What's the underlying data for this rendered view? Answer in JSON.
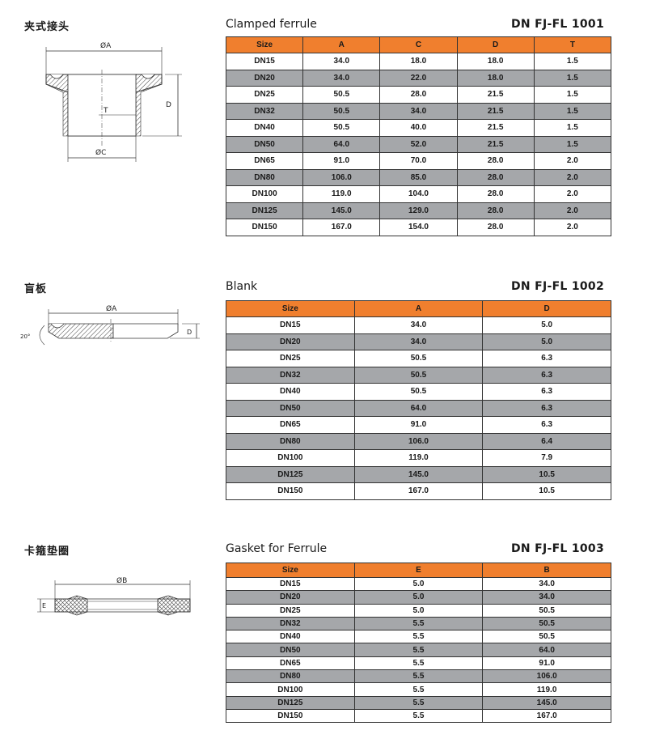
{
  "sections": [
    {
      "cn_title": "夹式接头",
      "en_title": "Clamped ferrule",
      "code": "DN  FJ-FL 1001",
      "drawing_labels": {
        "a": "ØA",
        "c": "ØC",
        "t": "T",
        "d": "D"
      },
      "columns": [
        "Size",
        "A",
        "C",
        "D",
        "T"
      ],
      "rows": [
        [
          "DN15",
          "34.0",
          "18.0",
          "18.0",
          "1.5"
        ],
        [
          "DN20",
          "34.0",
          "22.0",
          "18.0",
          "1.5"
        ],
        [
          "DN25",
          "50.5",
          "28.0",
          "21.5",
          "1.5"
        ],
        [
          "DN32",
          "50.5",
          "34.0",
          "21.5",
          "1.5"
        ],
        [
          "DN40",
          "50.5",
          "40.0",
          "21.5",
          "1.5"
        ],
        [
          "DN50",
          "64.0",
          "52.0",
          "21.5",
          "1.5"
        ],
        [
          "DN65",
          "91.0",
          "70.0",
          "28.0",
          "2.0"
        ],
        [
          "DN80",
          "106.0",
          "85.0",
          "28.0",
          "2.0"
        ],
        [
          "DN100",
          "119.0",
          "104.0",
          "28.0",
          "2.0"
        ],
        [
          "DN125",
          "145.0",
          "129.0",
          "28.0",
          "2.0"
        ],
        [
          "DN150",
          "167.0",
          "154.0",
          "28.0",
          "2.0"
        ]
      ]
    },
    {
      "cn_title": "盲板",
      "en_title": "Blank",
      "code": "DN  FJ-FL 1002",
      "drawing_labels": {
        "a": "ØA",
        "d": "D",
        "angle": "20°"
      },
      "columns": [
        "Size",
        "A",
        "D"
      ],
      "rows": [
        [
          "DN15",
          "34.0",
          "5.0"
        ],
        [
          "DN20",
          "34.0",
          "5.0"
        ],
        [
          "DN25",
          "50.5",
          "6.3"
        ],
        [
          "DN32",
          "50.5",
          "6.3"
        ],
        [
          "DN40",
          "50.5",
          "6.3"
        ],
        [
          "DN50",
          "64.0",
          "6.3"
        ],
        [
          "DN65",
          "91.0",
          "6.3"
        ],
        [
          "DN80",
          "106.0",
          "6.4"
        ],
        [
          "DN100",
          "119.0",
          "7.9"
        ],
        [
          "DN125",
          "145.0",
          "10.5"
        ],
        [
          "DN150",
          "167.0",
          "10.5"
        ]
      ]
    },
    {
      "cn_title": "卡箍垫圈",
      "en_title": "Gasket for Ferrule",
      "code": "DN  FJ-FL 1003",
      "drawing_labels": {
        "b": "ØB",
        "e": "E"
      },
      "columns": [
        "Size",
        "E",
        "B"
      ],
      "rows": [
        [
          "DN15",
          "5.0",
          "34.0"
        ],
        [
          "DN20",
          "5.0",
          "34.0"
        ],
        [
          "DN25",
          "5.0",
          "50.5"
        ],
        [
          "DN32",
          "5.5",
          "50.5"
        ],
        [
          "DN40",
          "5.5",
          "50.5"
        ],
        [
          "DN50",
          "5.5",
          "64.0"
        ],
        [
          "DN65",
          "5.5",
          "91.0"
        ],
        [
          "DN80",
          "5.5",
          "106.0"
        ],
        [
          "DN100",
          "5.5",
          "119.0"
        ],
        [
          "DN125",
          "5.5",
          "145.0"
        ],
        [
          "DN150",
          "5.5",
          "167.0"
        ]
      ]
    }
  ]
}
